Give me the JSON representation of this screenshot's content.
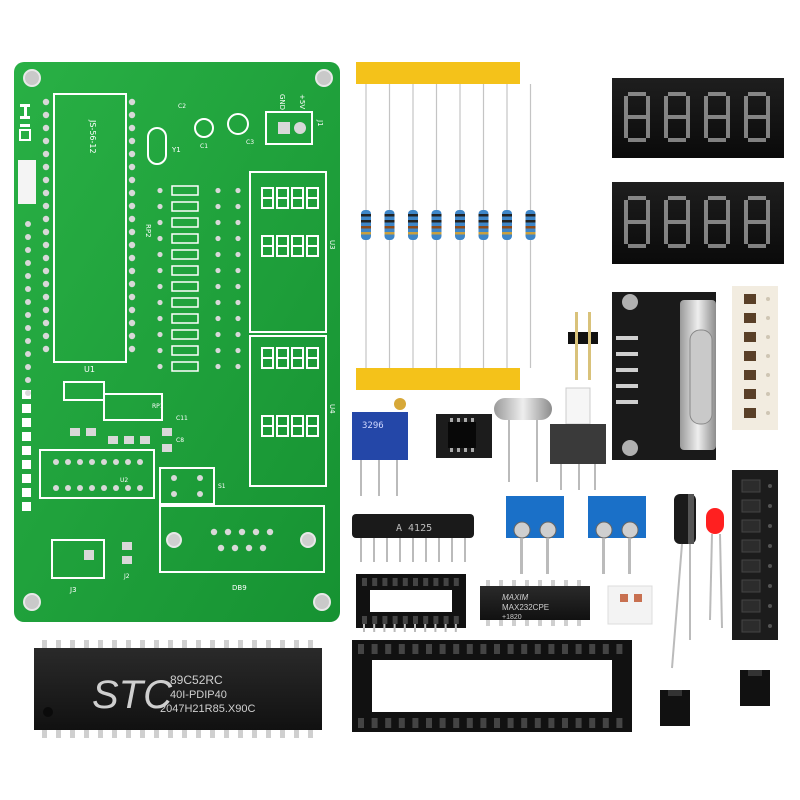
{
  "pcb": {
    "label_gnd": "GND",
    "label_5v": "+5V",
    "label_j1": "J1",
    "label_j2": "J2",
    "label_j3": "J3",
    "label_u1": "U1",
    "label_u3": "U3",
    "label_u4": "U4",
    "label_db": "DB9",
    "label_js": "JS-56-12",
    "label_rp1": "RP1",
    "label_rp2": "RP2",
    "label_s1": "S1",
    "label_c1": "C1",
    "label_c2": "C2",
    "label_c3": "C3",
    "label_c8": "C8",
    "label_c11": "C11",
    "label_y1": "Y1",
    "label_u2": "U2"
  },
  "mcu": {
    "brand": "STC",
    "model": "89C52RC",
    "package": "40I-PDIP40",
    "batch": "2047H21R85.X90C"
  },
  "potentiometer": {
    "label": "3296"
  },
  "resistor_network": {
    "label": "A 4125"
  },
  "rs232_ic": {
    "brand": "MAXIM",
    "model": "MAX232CPE",
    "code": "+1820"
  },
  "colors": {
    "pcb_green": "#1fa03a",
    "display_red": "#ff3030",
    "resistor_tape": "#f4c21a",
    "terminal_blue": "#1a70c8"
  }
}
